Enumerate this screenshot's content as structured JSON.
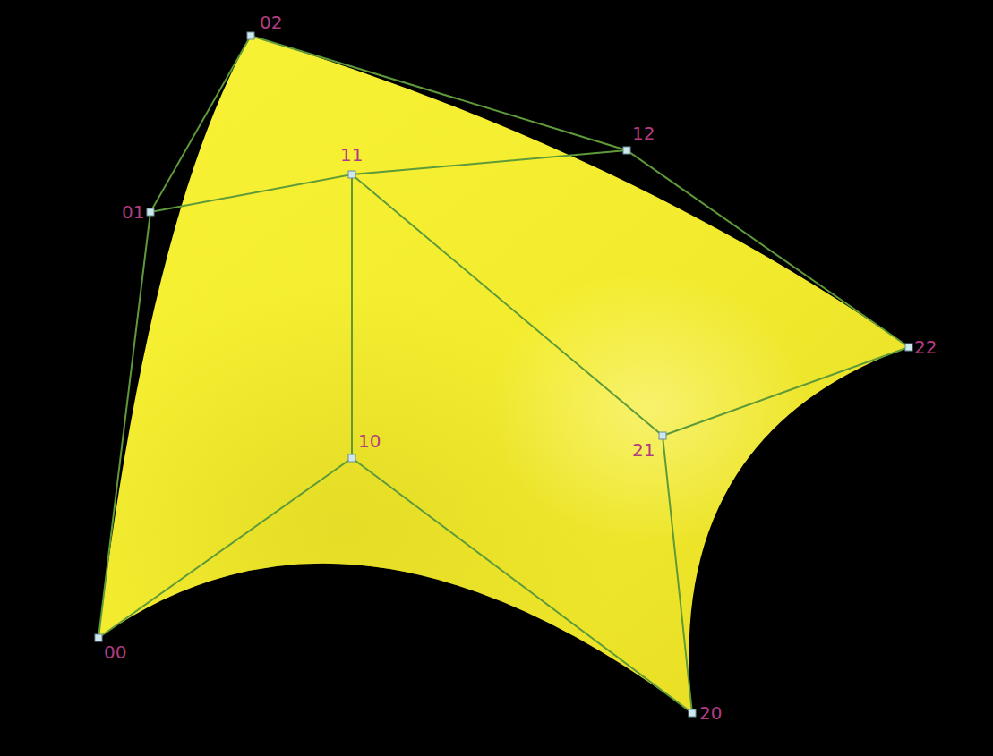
{
  "diagram": {
    "labels": [
      "02",
      "12",
      "11",
      "01",
      "22",
      "21",
      "10",
      "00",
      "20"
    ]
  }
}
